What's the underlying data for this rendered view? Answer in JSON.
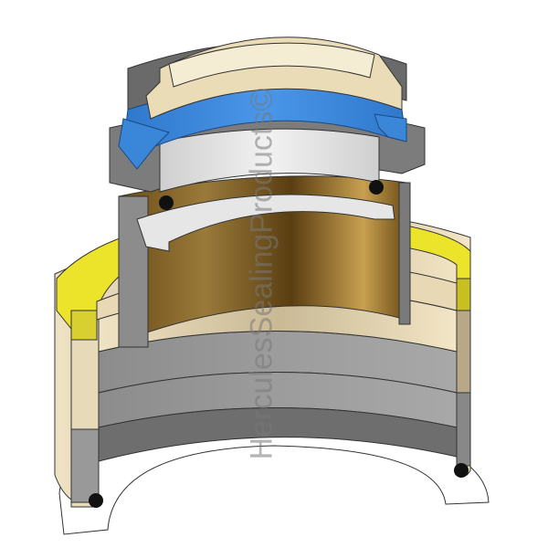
{
  "diagram": {
    "type": "3D cutaway seal assembly",
    "watermark": "HerculesSealingProducts©",
    "components": [
      {
        "name": "wiper-seal",
        "color": "#e8d9b0"
      },
      {
        "name": "u-cup-seal",
        "color": "#3a86d8"
      },
      {
        "name": "backup-ring",
        "color": "#d8d8d8"
      },
      {
        "name": "gland-housing",
        "color": "#7a7a7a"
      },
      {
        "name": "bronze-bearing",
        "color": "#8a6a2a"
      },
      {
        "name": "o-ring",
        "color": "#111111"
      },
      {
        "name": "yellow-wear-band",
        "color": "#e8e020"
      },
      {
        "name": "tan-packing-rings",
        "color": "#e8dcbc"
      },
      {
        "name": "gray-packing-rings",
        "color": "#9a9a9a"
      },
      {
        "name": "white-anti-extrusion-ring",
        "color": "#ffffff"
      }
    ]
  }
}
